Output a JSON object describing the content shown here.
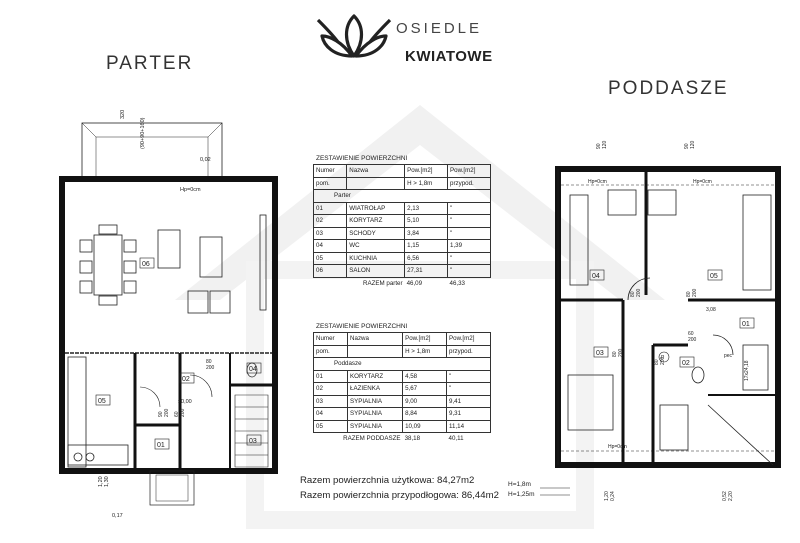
{
  "logo": {
    "line1": "OSIEDLE",
    "line2": "KWIATOWE"
  },
  "parter": {
    "title": "PARTER",
    "dims_top": [
      "320",
      "(90+90+160)",
      "0,02",
      "Hp=0cm"
    ],
    "dims_bottom": [
      "0,17",
      "1,20",
      "1,30"
    ],
    "rooms": [
      "06",
      "05",
      "04",
      "03",
      "02",
      "01"
    ],
    "door_labels": [
      "80",
      "200",
      "90",
      "200",
      "60",
      "200"
    ],
    "level_labels": [
      "±0,00"
    ]
  },
  "poddasze": {
    "title": "PODDASZE",
    "dims_top": [
      "90",
      "120",
      "90",
      "120"
    ],
    "dims_bottom": [
      "1,20",
      "0,24",
      "0,52",
      "2,20"
    ],
    "rooms": [
      "04",
      "05",
      "01",
      "02",
      "03"
    ],
    "door_labels": [
      "80",
      "200",
      "80",
      "200",
      "80",
      "200",
      "80",
      "200",
      "60",
      "200"
    ],
    "misc_labels": [
      "Hp=0cm",
      "Hp=0cm",
      "Hp=0cm",
      "3,08",
      "17x24,18",
      "pec",
      "P"
    ],
    "height_labels": [
      "H=1,8m",
      "H=1,25m"
    ]
  },
  "table_parter": {
    "title": "ZESTAWIENIE POWIERZCHNI",
    "headers": [
      "Numer",
      "Nazwa",
      "Pow.[m2]",
      "Pow.[m2]"
    ],
    "subheaders": [
      "pom.",
      "",
      "H > 1,8m",
      "przypod."
    ],
    "section": "Parter",
    "rows": [
      [
        "01",
        "WIATROŁAP",
        "2,13",
        "\""
      ],
      [
        "02",
        "KORYTARZ",
        "5,10",
        "\""
      ],
      [
        "03",
        "SCHODY",
        "3,84",
        "\""
      ],
      [
        "04",
        "WC",
        "1,15",
        "1,39"
      ],
      [
        "05",
        "KUCHNIA",
        "6,56",
        "\""
      ],
      [
        "06",
        "SALON",
        "27,31",
        "\""
      ]
    ],
    "total": [
      "RAZEM parter",
      "46,09",
      "46,33"
    ]
  },
  "table_poddasze": {
    "title": "ZESTAWIENIE POWIERZCHNI",
    "headers": [
      "Numer",
      "Nazwa",
      "Pow.[m2]",
      "Pow.[m2]"
    ],
    "subheaders": [
      "pom.",
      "",
      "H > 1,8m",
      "przypod."
    ],
    "section": "Poddasze",
    "rows": [
      [
        "01",
        "KORYTARZ",
        "4,58",
        "\""
      ],
      [
        "02",
        "ŁAZIENKA",
        "5,67",
        "\""
      ],
      [
        "03",
        "SYPIALNIA",
        "9,00",
        "9,41"
      ],
      [
        "04",
        "SYPIALNIA",
        "8,84",
        "9,31"
      ],
      [
        "05",
        "SYPIALNIA",
        "10,09",
        "11,14"
      ]
    ],
    "total": [
      "RAZEM PODDASZE",
      "38,18",
      "40,11"
    ]
  },
  "summary": {
    "usable": "Razem powierzchnia użytkowa: 84,27m2",
    "floor": "Razem powierzchnia przypodłogowa: 86,44m2"
  }
}
